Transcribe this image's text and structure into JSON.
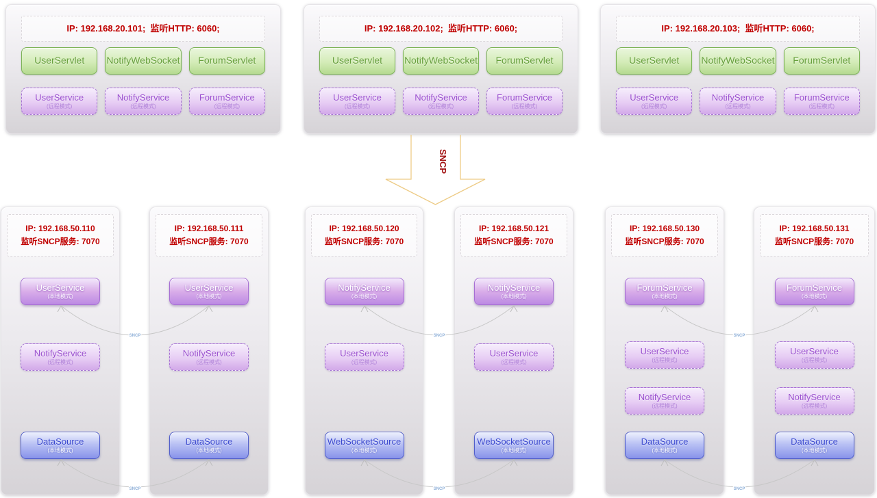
{
  "sncp_arrow": {
    "label": "SNCP"
  },
  "connector_label": "SNCP",
  "colors": {
    "header_text": "#c00000",
    "servlet_green": "#7cb357",
    "service_purple": "#9b51cf",
    "datasource_blue": "#3b49cf",
    "arrow_gold": "#edcb85"
  },
  "top_panels": [
    {
      "header": "IP: 192.168.20.101;  监听HTTP: 6060;",
      "servlets": [
        "UserServlet",
        "NotifyWebSocket",
        "ForumServlet"
      ],
      "services": [
        {
          "name": "UserService",
          "mode": "(远程模式)"
        },
        {
          "name": "NotifyService",
          "mode": "(远程模式)"
        },
        {
          "name": "ForumService",
          "mode": "(远程模式)"
        }
      ]
    },
    {
      "header": "IP: 192.168.20.102;  监听HTTP: 6060;",
      "servlets": [
        "UserServlet",
        "NotifyWebSocket",
        "ForumServlet"
      ],
      "services": [
        {
          "name": "UserService",
          "mode": "(远程模式)"
        },
        {
          "name": "NotifyService",
          "mode": "(远程模式)"
        },
        {
          "name": "ForumService",
          "mode": "(远程模式)"
        }
      ]
    },
    {
      "header": "IP: 192.168.20.103;  监听HTTP: 6060;",
      "servlets": [
        "UserServlet",
        "NotifyWebSocket",
        "ForumServlet"
      ],
      "services": [
        {
          "name": "UserService",
          "mode": "(远程模式)"
        },
        {
          "name": "NotifyService",
          "mode": "(远程模式)"
        },
        {
          "name": "ForumService",
          "mode": "(远程模式)"
        }
      ]
    }
  ],
  "bottom_panels": [
    {
      "ip": "IP: 192.168.50.110",
      "listen": "监听SNCP服务: 7070",
      "services": [
        {
          "name": "UserService",
          "mode": "(本地模式)",
          "style": "local-purple"
        },
        {
          "name": "NotifyService",
          "mode": "(远程模式)",
          "style": "remote"
        },
        {
          "name": "DataSource",
          "mode": "(本地模式)",
          "style": "local-blue"
        }
      ]
    },
    {
      "ip": "IP: 192.168.50.111",
      "listen": "监听SNCP服务: 7070",
      "services": [
        {
          "name": "UserService",
          "mode": "(本地模式)",
          "style": "local-purple"
        },
        {
          "name": "NotifyService",
          "mode": "(远程模式)",
          "style": "remote"
        },
        {
          "name": "DataSource",
          "mode": "(本地模式)",
          "style": "local-blue"
        }
      ]
    },
    {
      "ip": "IP: 192.168.50.120",
      "listen": "监听SNCP服务: 7070",
      "services": [
        {
          "name": "NotifyService",
          "mode": "(本地模式)",
          "style": "local-purple"
        },
        {
          "name": "UserService",
          "mode": "(远程模式)",
          "style": "remote"
        },
        {
          "name": "WebSocketSource",
          "mode": "(本地模式)",
          "style": "local-blue"
        }
      ]
    },
    {
      "ip": "IP: 192.168.50.121",
      "listen": "监听SNCP服务: 7070",
      "services": [
        {
          "name": "NotifyService",
          "mode": "(本地模式)",
          "style": "local-purple"
        },
        {
          "name": "UserService",
          "mode": "(远程模式)",
          "style": "remote"
        },
        {
          "name": "WebSocketSource",
          "mode": "(本地模式)",
          "style": "local-blue"
        }
      ]
    },
    {
      "ip": "IP: 192.168.50.130",
      "listen": "监听SNCP服务: 7070",
      "services": [
        {
          "name": "ForumService",
          "mode": "(本地模式)",
          "style": "local-purple"
        },
        {
          "name": "UserService",
          "mode": "(远程模式)",
          "style": "remote"
        },
        {
          "name": "NotifyService",
          "mode": "(远程模式)",
          "style": "remote"
        },
        {
          "name": "DataSource",
          "mode": "(本地模式)",
          "style": "local-blue"
        }
      ]
    },
    {
      "ip": "IP: 192.168.50.131",
      "listen": "监听SNCP服务: 7070",
      "services": [
        {
          "name": "ForumService",
          "mode": "(本地模式)",
          "style": "local-purple"
        },
        {
          "name": "UserService",
          "mode": "(远程模式)",
          "style": "remote"
        },
        {
          "name": "NotifyService",
          "mode": "(远程模式)",
          "style": "remote"
        },
        {
          "name": "DataSource",
          "mode": "(本地模式)",
          "style": "local-blue"
        }
      ]
    }
  ]
}
